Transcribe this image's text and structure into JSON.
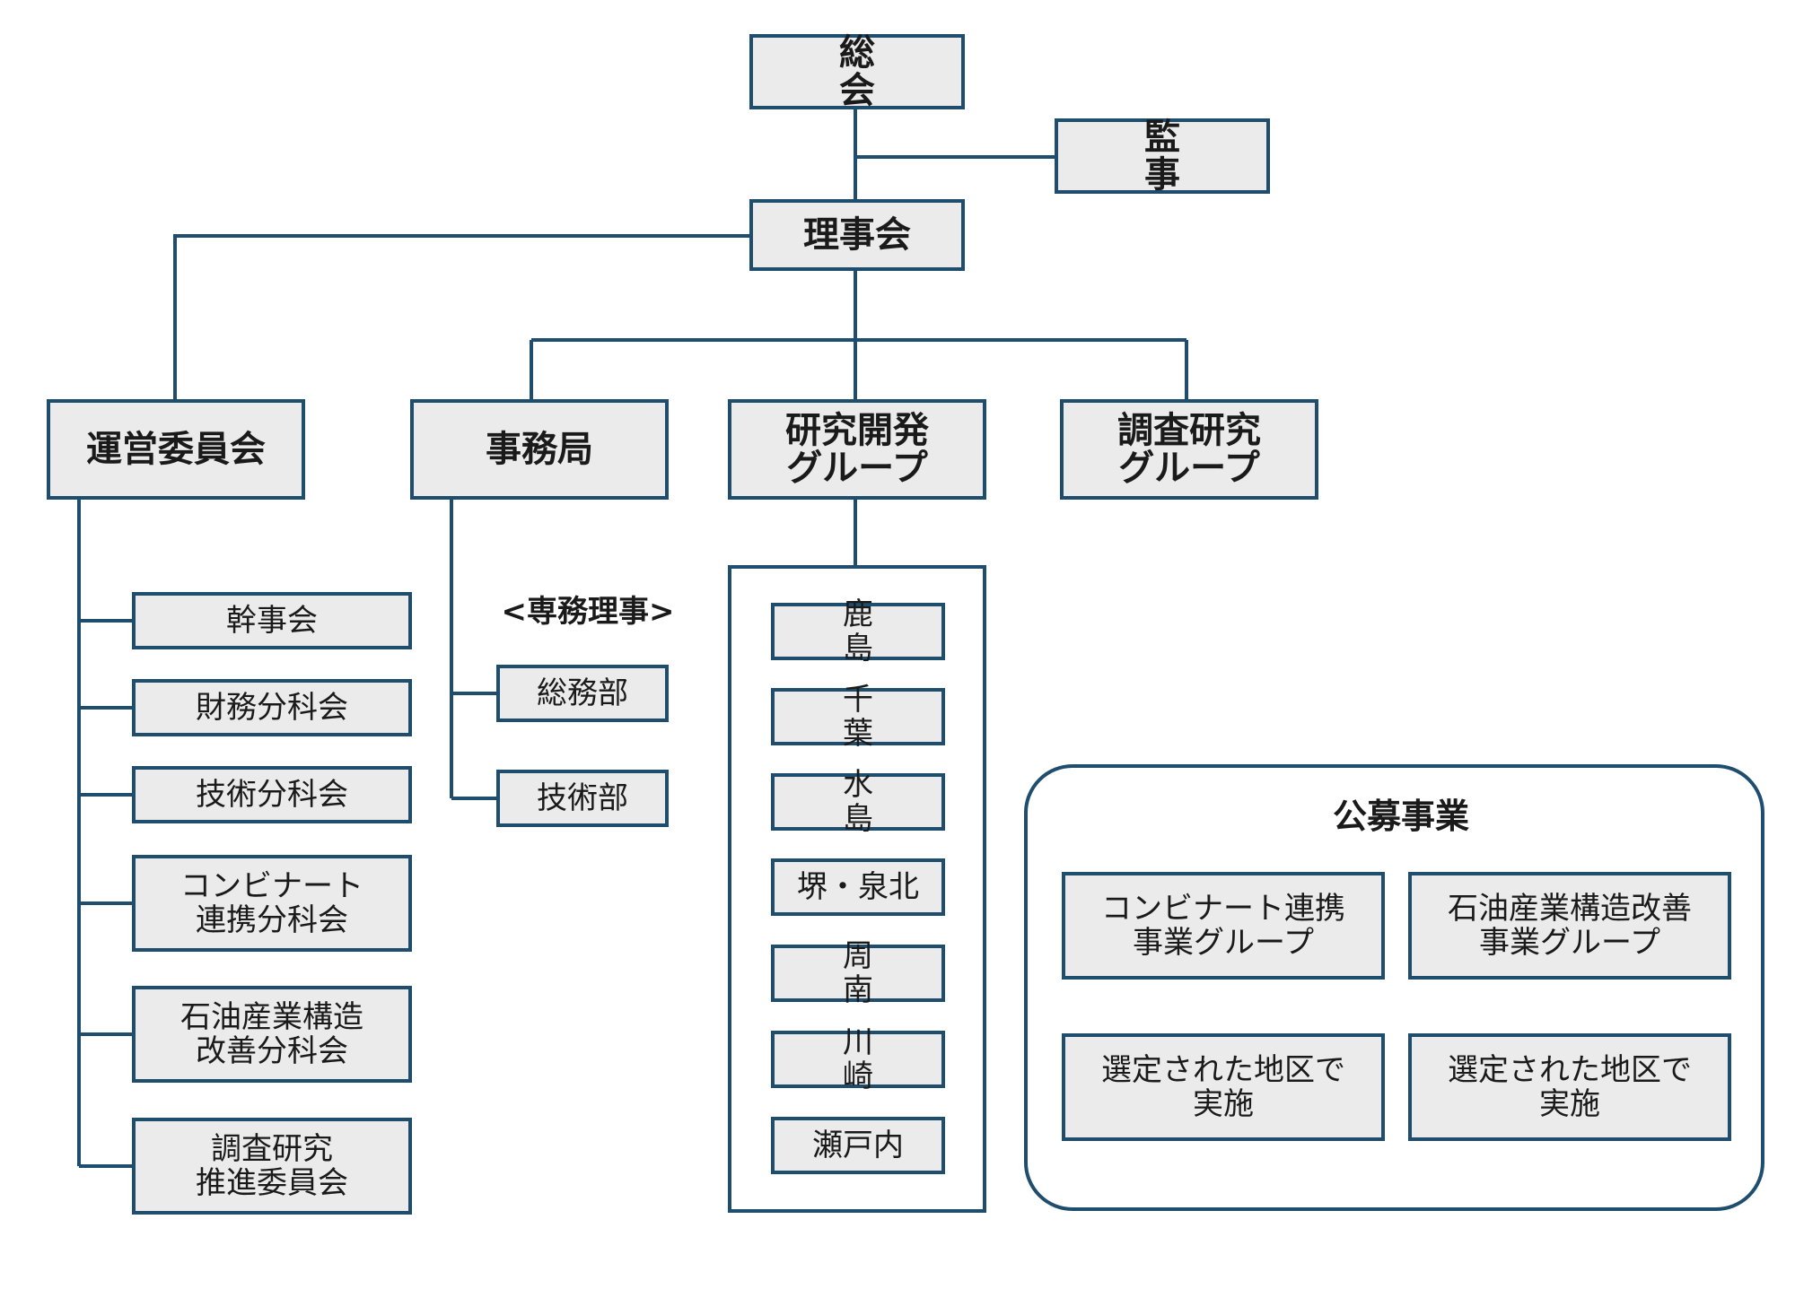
{
  "top": {
    "general_assembly": "総 会",
    "auditor": "監 事",
    "board": "理事会"
  },
  "divisions": {
    "steering": "運営委員会",
    "secretariat": "事務局",
    "rnd": [
      "研究開発",
      "グループ"
    ],
    "survey": [
      "調査研究",
      "グループ"
    ]
  },
  "steering_subs": [
    [
      "幹事会"
    ],
    [
      "財務分科会"
    ],
    [
      "技術分科会"
    ],
    [
      "コンビナート",
      "連携分科会"
    ],
    [
      "石油産業構造",
      "改善分科会"
    ],
    [
      "調査研究",
      "推進委員会"
    ]
  ],
  "secretariat_subs": {
    "head_label": "<専務理事>",
    "departments": [
      "総務部",
      "技術部"
    ]
  },
  "regions": [
    "鹿 島",
    "千 葉",
    "水 島",
    "堺・泉北",
    "周 南",
    "川 崎",
    "瀬戸内"
  ],
  "public_projects": {
    "title": "公募事業",
    "groups": [
      [
        "コンビナート連携",
        "事業グループ"
      ],
      [
        "石油産業構造改善",
        "事業グループ"
      ]
    ],
    "implementation": [
      [
        "選定された地区で",
        "実施"
      ],
      [
        "選定された地区で",
        "実施"
      ]
    ]
  }
}
